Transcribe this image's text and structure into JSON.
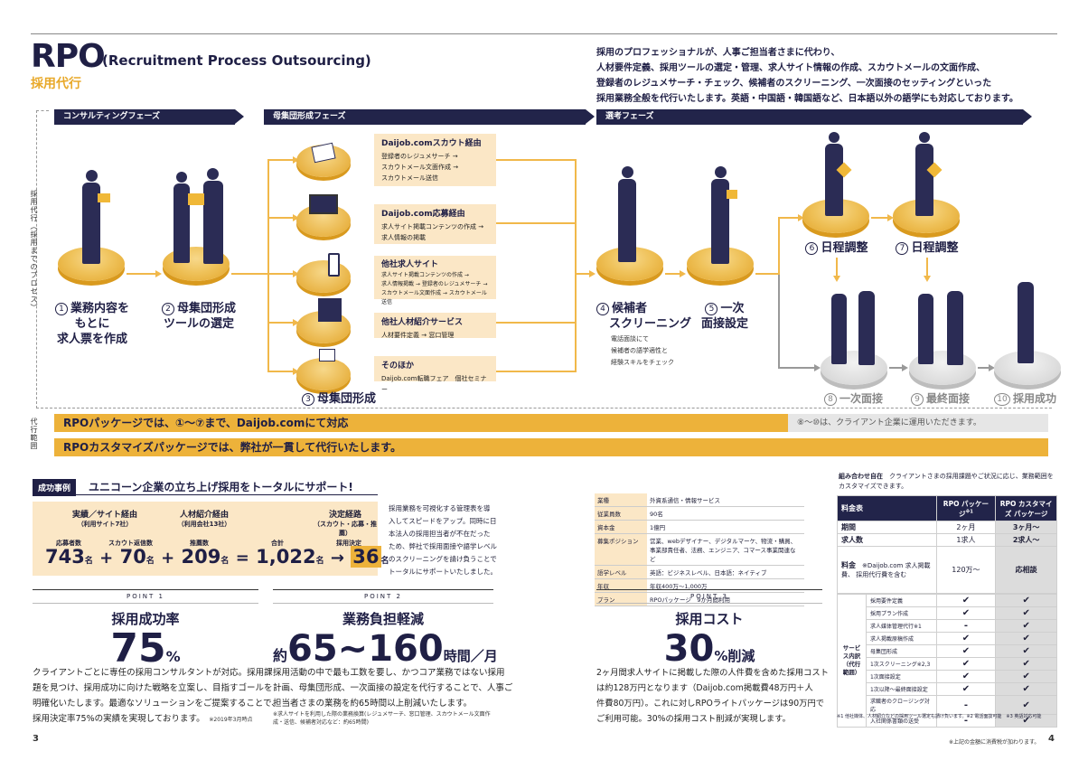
{
  "header": {
    "title": "RPO",
    "subtitle": "(Recruitment Process Outsourcing)",
    "title_jp": "採用代行",
    "intro_lines": [
      "採用のプロフェッショナルが、人事ご担当者さまに代わり、",
      "人材要件定義、採用ツールの選定・管理、求人サイト情報の作成、スカウトメールの文面作成、",
      "登録者のレジュメサーチ・チェック、候補者のスクリーニング、一次面接のセッティングといった",
      "採用業務全般を代行いたします。英語・中国語・韓国語など、日本語以外の語学にも対応しております。"
    ]
  },
  "phases": {
    "consulting": "コンサルティングフェーズ",
    "population": "母集団形成フェーズ",
    "selection": "選考フェーズ"
  },
  "side_labels": {
    "process": "採用代行（採用までのプロセス）",
    "scope": "代行範囲"
  },
  "steps": {
    "s1": {
      "num": "1",
      "lines": [
        "業務内容を",
        "もとに",
        "求人票を作成"
      ]
    },
    "s2": {
      "num": "2",
      "lines": [
        "母集団形成",
        "ツールの選定"
      ]
    },
    "s3": {
      "num": "3",
      "label": "母集団形成"
    },
    "s4": {
      "num": "4",
      "lines": [
        "候補者",
        "スクリーニング"
      ],
      "notes": [
        "電話面談にて",
        "候補者の語学適性と",
        "経験スキルをチェック"
      ]
    },
    "s5": {
      "num": "5",
      "lines": [
        "一次",
        "面接設定"
      ]
    },
    "s6": {
      "num": "6",
      "label": "日程調整"
    },
    "s7": {
      "num": "7",
      "label": "日程調整"
    },
    "s8": {
      "num": "8",
      "label": "一次面接"
    },
    "s9": {
      "num": "9",
      "label": "最終面接"
    },
    "s10": {
      "num": "10",
      "label": "採用成功"
    }
  },
  "channels": [
    {
      "title": "Daijob.comスカウト経由",
      "lines": [
        "登録者のレジュメサーチ →",
        "スカウトメール文面作成 →",
        "スカウトメール送信"
      ]
    },
    {
      "title": "Daijob.com応募経由",
      "lines": [
        "求人サイト掲載コンテンツの作成 →",
        "求人情報の掲載"
      ]
    },
    {
      "title": "他社求人サイト",
      "lines": [
        "求人サイト掲載コンテンツの作成 →",
        "求人情報掲載 → 登録者のレジュメサーチ →",
        "スカウトメール文面作成 → スカウトメール送信"
      ]
    },
    {
      "title": "他社人材紹介サービス",
      "lines": [
        "人材要件定義 → 窓口管理"
      ]
    },
    {
      "title": "そのほか",
      "lines": [
        "Daijob.com転職フェア　個社セミナー"
      ]
    }
  ],
  "bands": {
    "package": "RPOパッケージでは、①〜⑦まで、Daijob.comにて対応",
    "client_note": "⑧〜⑩は、クライアント企業に運用いただきます。",
    "customize": "RPOカスタマイズパッケージでは、弊社が一貫して代行いたします。"
  },
  "case": {
    "tag": "成功事例",
    "title": "ユニコーン企業の立ち上げ採用をトータルにサポート!",
    "group1": {
      "title": "実績／サイト経由",
      "sub": "（利用サイト7社）"
    },
    "group2": {
      "title": "人材紹介経由",
      "sub": "（利用会社13社）"
    },
    "group3": {
      "title": "決定経路",
      "sub": "（スカウト・応募・推薦）"
    },
    "labels": {
      "applicants": "応募者数",
      "scout": "スカウト返信数",
      "referrals": "推薦数",
      "total": "合計",
      "decided": "採用決定"
    },
    "values": {
      "applicants": "743",
      "scout": "70",
      "referrals": "209",
      "total": "1,022",
      "decided": "36"
    },
    "unit": "名",
    "description": [
      "採用業務を可視化する管理表を導",
      "入してスピードをアップ。同時に日",
      "本法人の採用担当者が不在だった",
      "ため、弊社で採用面接や語学レベル",
      "のスクリーニングを請け負うことで",
      "トータルにサポートいたしました。"
    ],
    "spec": [
      {
        "k": "業種",
        "v": "外資系通信・情報サービス"
      },
      {
        "k": "従業員数",
        "v": "90名"
      },
      {
        "k": "資本金",
        "v": "1億円"
      },
      {
        "k": "募集ポジション",
        "v": "営業、webデザイナー、デジタルマーケ、物流・購買、事業部責任者、法務、エンジニア、コマース事業関連など"
      },
      {
        "k": "語学レベル",
        "v": "英語：ビジネスレベル、日本語：ネイティブ"
      },
      {
        "k": "年収",
        "v": "年収400万〜1,000万"
      },
      {
        "k": "プラン",
        "v": "RPOパッケージ　9か月間利用"
      }
    ]
  },
  "points": [
    {
      "head": "POINT 1",
      "title": "採用成功率",
      "big": "75",
      "unit": "%",
      "body": [
        "クライアントごとに専任の採用コンサルタントが対応。採用課",
        "題を見つけ、採用成功に向けた戦略を立案し、目指すゴールを",
        "明確化いたします。最適なソリューションをご提案することで、",
        "採用決定率75%の実績を実現しております。"
      ],
      "note": "※2019年3月時点"
    },
    {
      "head": "POINT 2",
      "title": "業務負担軽減",
      "prefix": "約",
      "big": "65~160",
      "unit": "時間／月",
      "body": [
        "採用活動の中で最も工数を要し、かつコア業務ではない採用",
        "計画、母集団形成、一次面接の設定を代行することで、人事ご",
        "担当者さまの業務を約65時間以上削減いたします。"
      ],
      "note": "※求人サイトを利用した際の業務換算(レジュメサーチ、窓口管理、スカウトメール文面作成・送信、候補者対応など：約65時間)"
    },
    {
      "head": "POINT 3",
      "title": "採用コスト",
      "big": "30",
      "unit": "%削減",
      "body": [
        "2ヶ月間求人サイトに掲載した際の人件費を含めた採用コスト",
        "は約128万円となります（Daijob.com掲載費48万円＋人",
        "件費80万円）。これに対しRPOライトパッケージは90万円で",
        "ご利用可能。30%の採用コスト削減が実現します。"
      ]
    }
  ],
  "compare": {
    "intro_bold": "組み合わせ自在",
    "intro": "クライアントさまの採用課題やご状況に応じ、業務範囲をカスタマイズできます。",
    "col_fee": "料金表",
    "col_rpo": "RPO パッケージ",
    "col_rpo_note": "※1",
    "col_custom": "RPO カスタマイズ パッケージ",
    "rows": [
      {
        "label": "期間",
        "rpo": "2ヶ月",
        "custom": "3ヶ月〜"
      },
      {
        "label": "求人数",
        "rpo": "1求人",
        "custom": "2求人〜"
      }
    ],
    "fee_label": "料金",
    "fee_note": "※Daijob.com 求人掲載費、 採用代行費を含む",
    "fee_rpo": "120万〜",
    "fee_custom": "応相談",
    "service_label": "サービス内訳（代行範囲）",
    "services": [
      {
        "name": "採用要件定義",
        "rpo": "✔",
        "custom": "✔"
      },
      {
        "name": "採用プラン作成",
        "rpo": "✔",
        "custom": "✔"
      },
      {
        "name": "求人媒体管理代行※1",
        "rpo": "-",
        "custom": "✔"
      },
      {
        "name": "求人掲載原稿作成",
        "rpo": "✔",
        "custom": "✔"
      },
      {
        "name": "母集団形成",
        "rpo": "✔",
        "custom": "✔"
      },
      {
        "name": "1次スクリーニング※2,3",
        "rpo": "✔",
        "custom": "✔"
      },
      {
        "name": "1次面接設定",
        "rpo": "✔",
        "custom": "✔"
      },
      {
        "name": "1次以降〜最終面接設定",
        "rpo": "✔",
        "custom": "✔"
      },
      {
        "name": "求職者のクロージング対応",
        "rpo": "-",
        "custom": "✔"
      },
      {
        "name": "入社関係書類の送受",
        "rpo": "-",
        "custom": "✔"
      }
    ],
    "footnote": "※1 他社媒体、人材紹介などの採用ツール選定も請け負います。※2 電話面談可能　※3 英語対応可能",
    "tax_note": "※上記の金額に消費税が加わります。"
  },
  "pages": {
    "left": "3",
    "right": "4"
  }
}
